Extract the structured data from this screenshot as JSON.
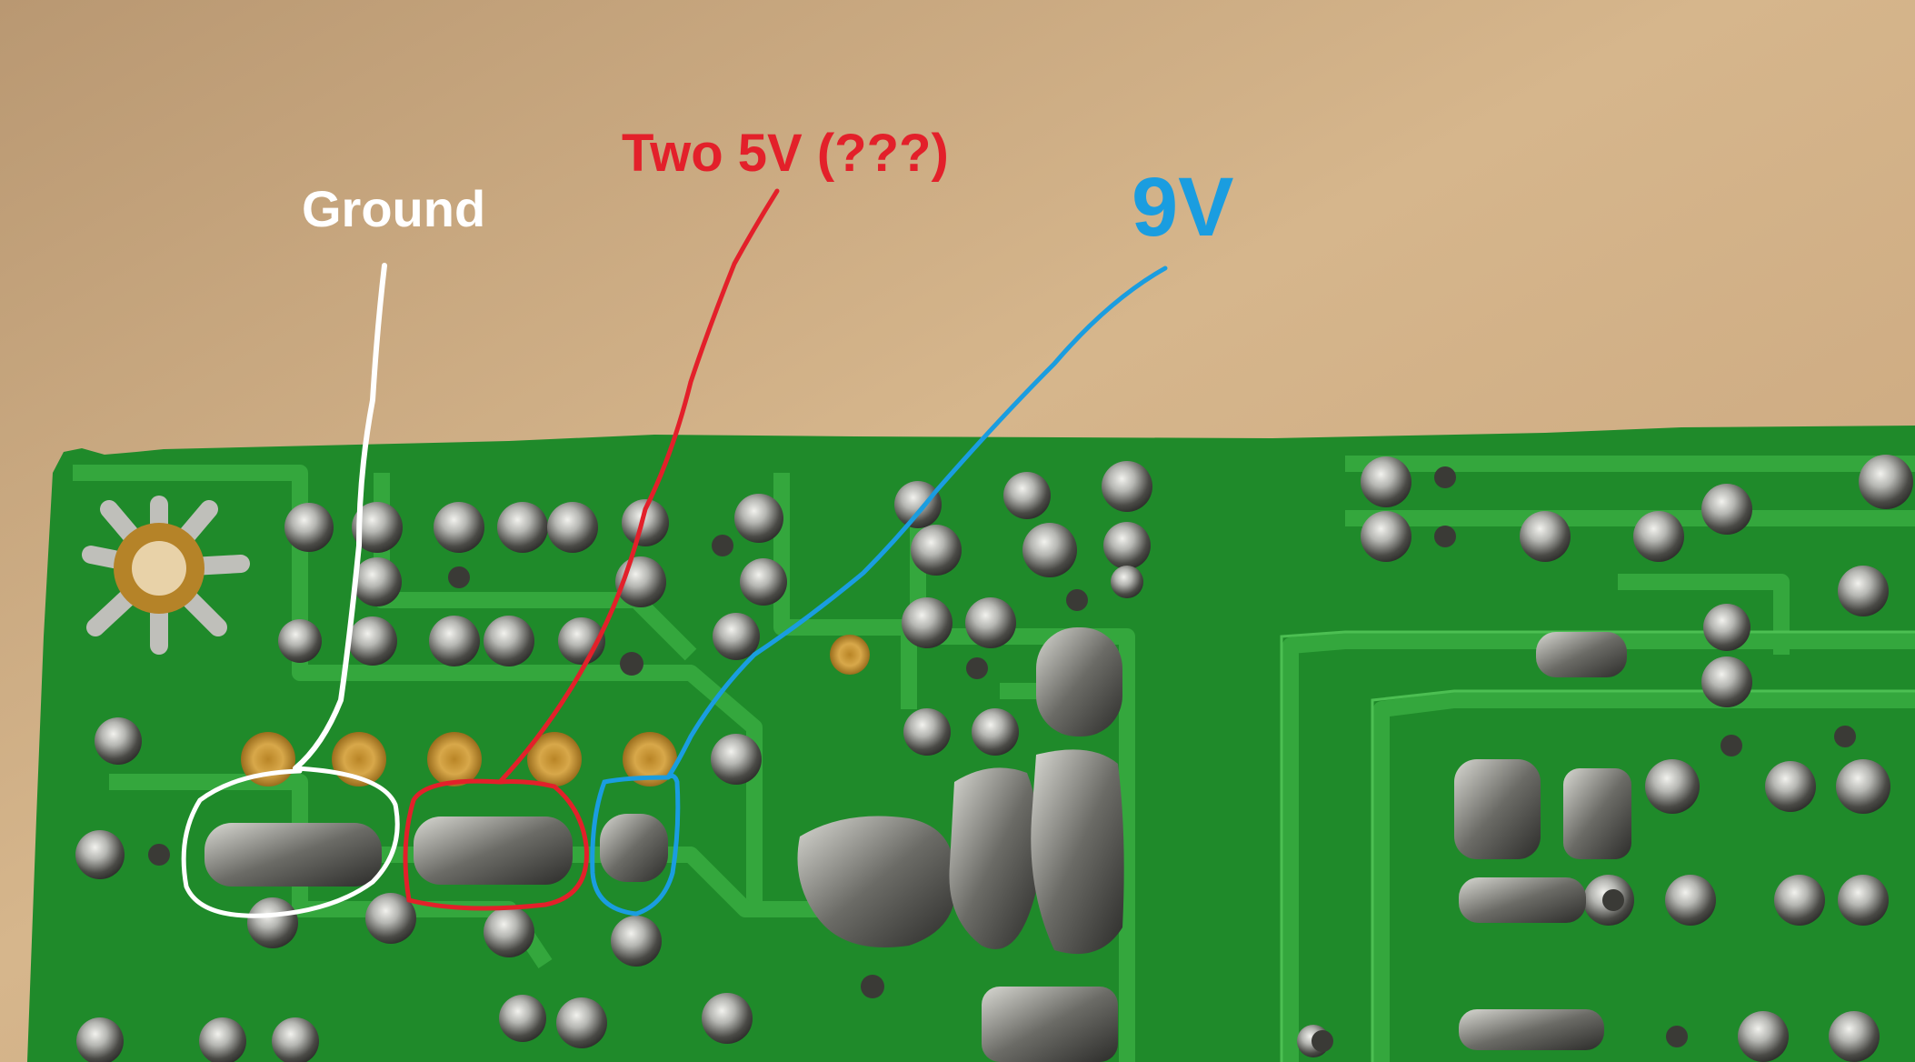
{
  "annotations": {
    "ground": {
      "text": "Ground",
      "color": "#ffffff"
    },
    "five_volt": {
      "text": "Two 5V (???)",
      "color": "#e3202a"
    },
    "nine_volt": {
      "text": "9V",
      "color": "#1a9de0"
    }
  },
  "colors": {
    "table": "#c9a57c",
    "pcb": "#1f8a2a",
    "trace": "#2fa53a",
    "solder": "#a9aaa6",
    "pad_gold": "#c79a3e"
  }
}
